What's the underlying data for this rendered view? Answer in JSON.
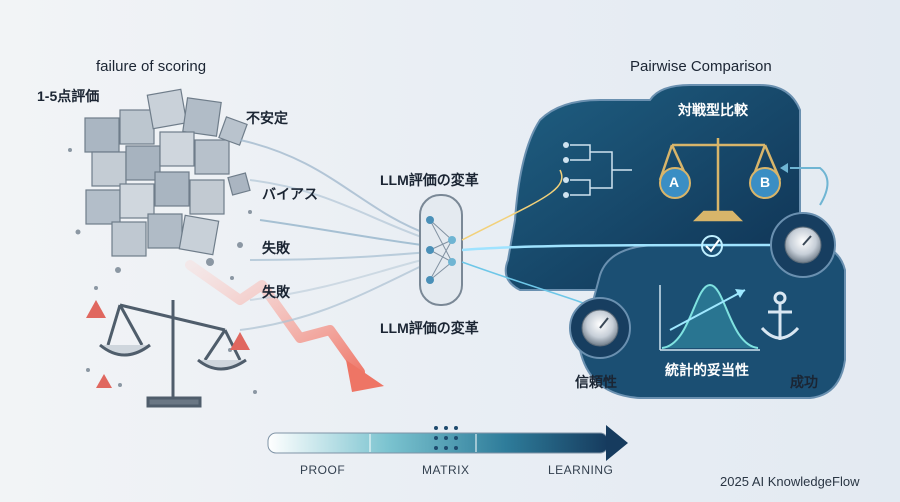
{
  "left": {
    "title": "failure of scoring",
    "rating_label": "1-5点評価",
    "words": [
      "不安定",
      "バイアス",
      "失敗",
      "失敗"
    ]
  },
  "center": {
    "label_top": "LLM評価の変革",
    "label_bottom": "LLM評価の変革"
  },
  "right": {
    "title": "Pairwise Comparison",
    "panel_title": "対戦型比較",
    "option_a": "A",
    "option_b": "B",
    "stat_label": "統計的妥当性",
    "reliability": "信頼性",
    "success": "成功"
  },
  "progress": {
    "labels": [
      "PROOF",
      "MATRIX",
      "LEARNING"
    ]
  },
  "footer": {
    "credit": "2025 AI KnowledgeFlow"
  },
  "colors": {
    "panel_dark": "#123a5c",
    "panel_mid": "#1d5c80",
    "accent_teal": "#3bb4c6",
    "warning_red": "#e0675f",
    "gold": "#d8b56a"
  }
}
